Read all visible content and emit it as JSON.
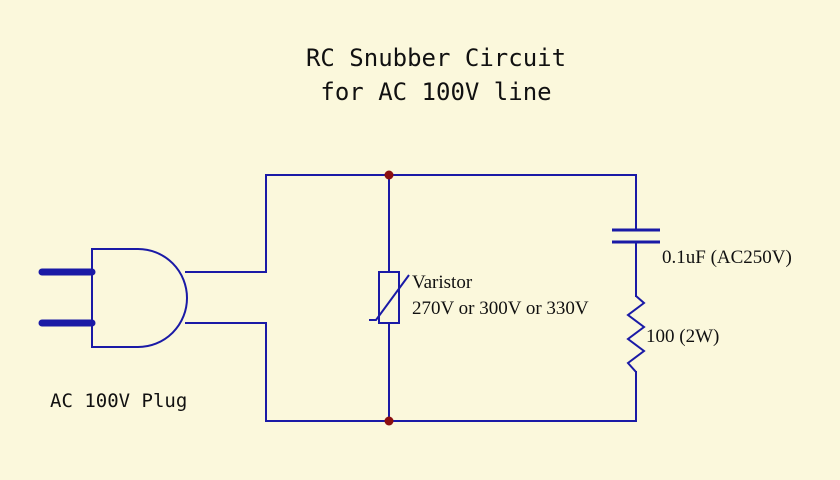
{
  "title": {
    "line1": "RC Snubber Circuit",
    "line2": "for AC 100V line"
  },
  "plug": {
    "label": "AC 100V Plug",
    "icon": "ac-plug-icon"
  },
  "varistor": {
    "name": "Varistor",
    "rating": "270V or 300V or 330V",
    "icon": "varistor-symbol-icon"
  },
  "capacitor": {
    "label": "0.1uF (AC250V)",
    "icon": "capacitor-symbol-icon"
  },
  "resistor": {
    "label": "100 (2W)",
    "icon": "resistor-symbol-icon"
  },
  "colors": {
    "background": "#fbf8dc",
    "wire": "#1a1aa6",
    "node": "#8b0f0f",
    "text": "#111111"
  }
}
